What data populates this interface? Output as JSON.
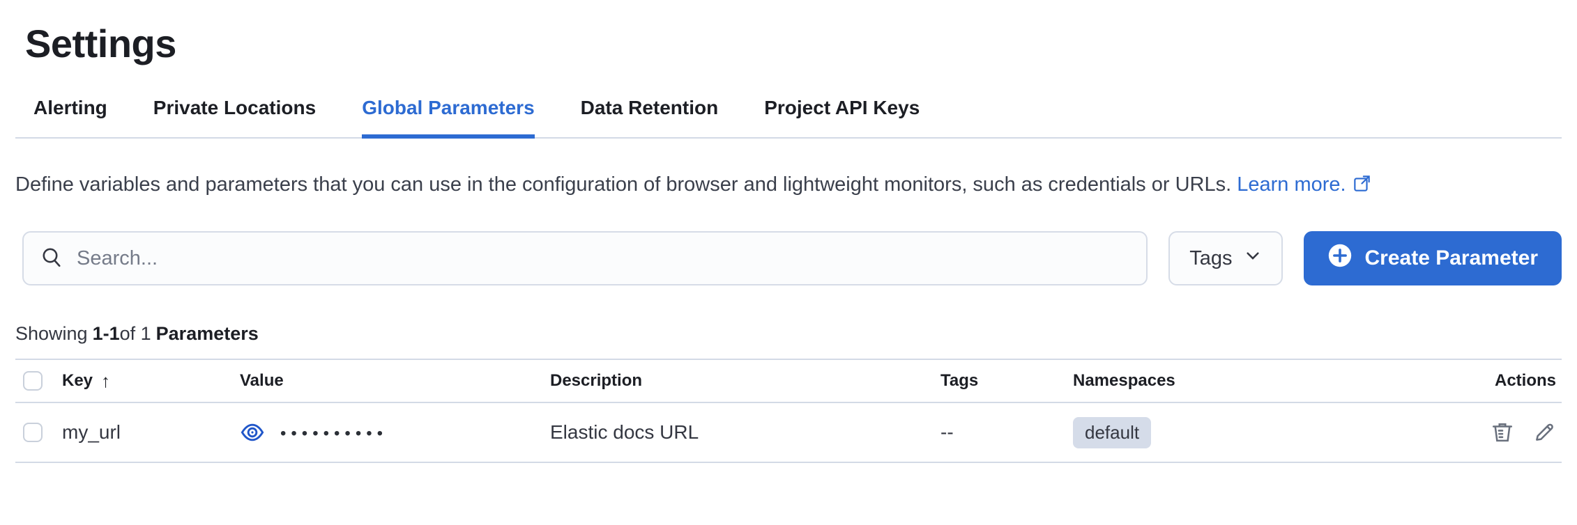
{
  "page": {
    "title": "Settings"
  },
  "tabs": [
    {
      "label": "Alerting",
      "active": false
    },
    {
      "label": "Private Locations",
      "active": false
    },
    {
      "label": "Global Parameters",
      "active": true
    },
    {
      "label": "Data Retention",
      "active": false
    },
    {
      "label": "Project API Keys",
      "active": false
    }
  ],
  "description": {
    "text": "Define variables and parameters that you can use in the configuration of browser and lightweight monitors, such as credentials or URLs.",
    "link_label": "Learn more."
  },
  "toolbar": {
    "search_placeholder": "Search...",
    "search_value": "",
    "tags_filter_label": "Tags",
    "create_button_label": "Create Parameter"
  },
  "summary": {
    "prefix": "Showing",
    "range": "1-1",
    "middle": "of 1",
    "entity": "Parameters"
  },
  "table": {
    "columns": {
      "key": "Key",
      "value": "Value",
      "description": "Description",
      "tags": "Tags",
      "namespaces": "Namespaces",
      "actions": "Actions"
    },
    "sort": {
      "column": "Key",
      "direction": "ascending",
      "arrow": "↑"
    },
    "rows": [
      {
        "key": "my_url",
        "value_masked": "••••••••••",
        "description": "Elastic docs URL",
        "tags": "--",
        "namespace": "default"
      }
    ]
  },
  "icons": {
    "search": "search-icon",
    "chevron_down": "chevron-down-icon",
    "plus_in_circle": "plus-in-circle-icon",
    "external_link": "external-link-icon",
    "eye": "eye-icon",
    "trash": "trash-icon",
    "pencil": "pencil-icon"
  },
  "colors": {
    "primary": "#2d6bd2",
    "text_dark": "#1c1e24",
    "text_body": "#343741",
    "border": "#d3dae6",
    "badge_bg": "#d5dce9",
    "icon_gray": "#69707d",
    "search_bg": "#fbfcfd"
  }
}
